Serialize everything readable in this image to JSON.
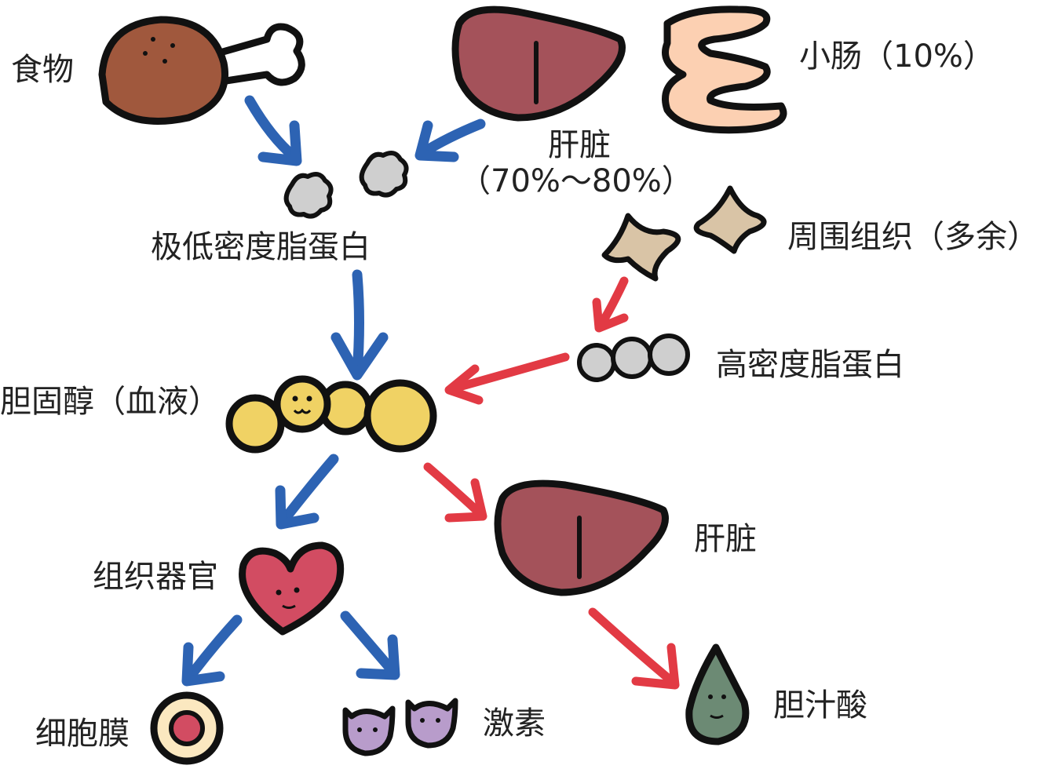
{
  "labels": {
    "food": "食物",
    "liver_top": "肝脏",
    "liver_top_pct": "（70%～80%）",
    "small_intestine": "小肠（10%）",
    "vldl": "极低密度脂蛋白",
    "peripheral_tissue": "周围组织（多余）",
    "hdl": "高密度脂蛋白",
    "cholesterol_blood": "胆固醇（血液）",
    "tissues_organs": "组织器官",
    "liver_bottom": "肝脏",
    "cell_membrane": "细胞膜",
    "hormones": "激素",
    "bile_acid": "胆汁酸"
  },
  "colors": {
    "blue_arrow": "#2d63b3",
    "red_arrow": "#e23a44",
    "liver": "#a4525a",
    "drumstick": "#a0583d",
    "intestine": "#fcd0b2",
    "cholesterol": "#f0d264",
    "heart": "#d24c62",
    "hormone": "#b89ccb",
    "bile": "#6c8a74",
    "tissue": "#d9c4a6",
    "lipoprotein": "#cfcfcf"
  }
}
